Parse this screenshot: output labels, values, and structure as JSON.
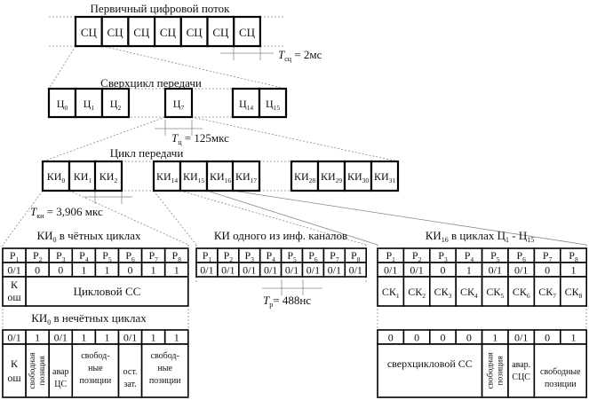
{
  "stream": {
    "title": "Первичный цифровой поток",
    "cells": [
      "СЦ",
      "СЦ",
      "СЦ",
      "СЦ",
      "СЦ",
      "СЦ",
      "СЦ"
    ],
    "period": {
      "t": "T",
      "s": "сц",
      "v": " = 2мс"
    }
  },
  "superframe": {
    "title": "Сверхцикл передачи",
    "cells": [
      {
        "b": "Ц",
        "s": "0"
      },
      {
        "b": "Ц",
        "s": "1"
      },
      {
        "b": "Ц",
        "s": "2"
      },
      {
        "b": "Ц",
        "s": "7"
      },
      {
        "b": "Ц",
        "s": "14"
      },
      {
        "b": "Ц",
        "s": "15"
      }
    ],
    "period": {
      "t": "T",
      "s": "ц",
      "v": " = 125мкс"
    }
  },
  "frame": {
    "title": "Цикл передачи",
    "cells": [
      {
        "b": "КИ",
        "s": "0"
      },
      {
        "b": "КИ",
        "s": "1"
      },
      {
        "b": "КИ",
        "s": "2"
      },
      {
        "b": "КИ",
        "s": "14"
      },
      {
        "b": "КИ",
        "s": "15"
      },
      {
        "b": "КИ",
        "s": "16"
      },
      {
        "b": "КИ",
        "s": "17"
      },
      {
        "b": "КИ",
        "s": "28"
      },
      {
        "b": "КИ",
        "s": "29"
      },
      {
        "b": "КИ",
        "s": "30"
      },
      {
        "b": "КИ",
        "s": "31"
      }
    ],
    "period": {
      "t": "T",
      "s": "ки",
      "v": " = 3,906 мкс"
    }
  },
  "ki0_even": {
    "title": {
      "b": "КИ",
      "s": "0",
      "v": " в чётных циклах"
    },
    "headers": [
      {
        "b": "P",
        "s": "1"
      },
      {
        "b": "P",
        "s": "2"
      },
      {
        "b": "P",
        "s": "3"
      },
      {
        "b": "P",
        "s": "4"
      },
      {
        "b": "P",
        "s": "5"
      },
      {
        "b": "P",
        "s": "6"
      },
      {
        "b": "P",
        "s": "7"
      },
      {
        "b": "P",
        "s": "8"
      }
    ],
    "values": [
      "0/1",
      "0",
      "0",
      "1",
      "1",
      "0",
      "1",
      "1"
    ],
    "k_label": [
      "К",
      "ош"
    ],
    "sync_label": "Цикловой СС"
  },
  "ki0_odd": {
    "title": {
      "b": "КИ",
      "s": "0",
      "v": " в нечётных циклах"
    },
    "values": [
      "0/1",
      "1",
      "0/1",
      "1",
      "1",
      "0/1",
      "1",
      "1"
    ],
    "k_label": [
      "К",
      "ош"
    ],
    "free_pos_vertical": [
      "свободная",
      "позиция"
    ],
    "alarm": [
      "авар",
      "ЦС"
    ],
    "free_positions": [
      "свобод-",
      "ные",
      "позиции"
    ],
    "residual": [
      "ост.",
      "зат."
    ],
    "free_positions_2": [
      "свобод-",
      "ные",
      "позиции"
    ]
  },
  "info_channel": {
    "title": "КИ одного из инф. каналов",
    "headers": [
      {
        "b": "P",
        "s": "1"
      },
      {
        "b": "P",
        "s": "2"
      },
      {
        "b": "P",
        "s": "3"
      },
      {
        "b": "P",
        "s": "4"
      },
      {
        "b": "P",
        "s": "5"
      },
      {
        "b": "P",
        "s": "6"
      },
      {
        "b": "P",
        "s": "7"
      },
      {
        "b": "P",
        "s": "8"
      }
    ],
    "values": [
      "0/1",
      "0/1",
      "0/1",
      "0/1",
      "0/1",
      "0/1",
      "0/1",
      "0/1"
    ],
    "period": {
      "t": "T",
      "s": "р",
      "v": "= 488нс"
    }
  },
  "ki16": {
    "title": {
      "b": "КИ",
      "s": "16",
      "v": " в циклах Ц",
      "s2": "1",
      "v2": " - Ц",
      "s3": "15"
    },
    "headers": [
      {
        "b": "P",
        "s": "1"
      },
      {
        "b": "P",
        "s": "2"
      },
      {
        "b": "P",
        "s": "3"
      },
      {
        "b": "P",
        "s": "4"
      },
      {
        "b": "P",
        "s": "5"
      },
      {
        "b": "P",
        "s": "6"
      },
      {
        "b": "P",
        "s": "7"
      },
      {
        "b": "P",
        "s": "8"
      }
    ],
    "values": [
      "0/1",
      "0/1",
      "0",
      "1",
      "0/1",
      "0/1",
      "0",
      "1"
    ],
    "channels": [
      {
        "b": "СК",
        "s": "1"
      },
      {
        "b": "СК",
        "s": "2"
      },
      {
        "b": "СК",
        "s": "3"
      },
      {
        "b": "СК",
        "s": "4"
      },
      {
        "b": "СК",
        "s": "5"
      },
      {
        "b": "СК",
        "s": "6"
      },
      {
        "b": "СК",
        "s": "7"
      },
      {
        "b": "СК",
        "s": "8"
      }
    ]
  },
  "ki16_c0": {
    "values": [
      "0",
      "0",
      "0",
      "0",
      "1",
      "0/1",
      "0",
      "1"
    ],
    "superframe_sync": "сверхцикловой СС",
    "free_pos_vertical": [
      "свободная",
      "позиция"
    ],
    "alarm": [
      "авар.",
      "СЦС"
    ],
    "free_positions": [
      "свободные",
      "позиции"
    ]
  }
}
